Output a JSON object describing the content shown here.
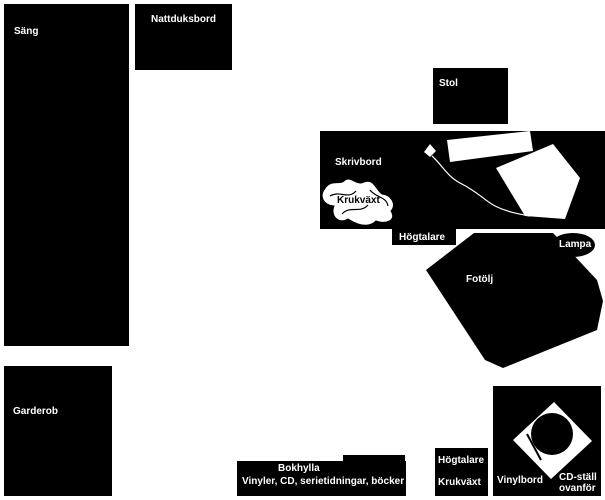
{
  "colors": {
    "furniture": "#000000",
    "background": "#ffffff",
    "label": "#ffffff"
  },
  "labels": {
    "sang": "Säng",
    "nattduksbord": "Nattduksbord",
    "stol": "Stol",
    "skrivbord": "Skrivbord",
    "krukvaxt_desk": "Krukväxt",
    "hogtalare_desk": "Högtalare",
    "lampa": "Lampa",
    "fatolj": "Fotölj",
    "garderob": "Garderob",
    "bokhylla_title": "Bokhylla",
    "bokhylla_contents": "Vinyler, CD, serietidningar, böcker",
    "hogtalare_corner": "Högtalare",
    "krukvaxt_corner": "Krukväxt",
    "vinylbord": "Vinylbord",
    "cd_line1": "CD-ställ",
    "cd_line2": "ovanför"
  }
}
